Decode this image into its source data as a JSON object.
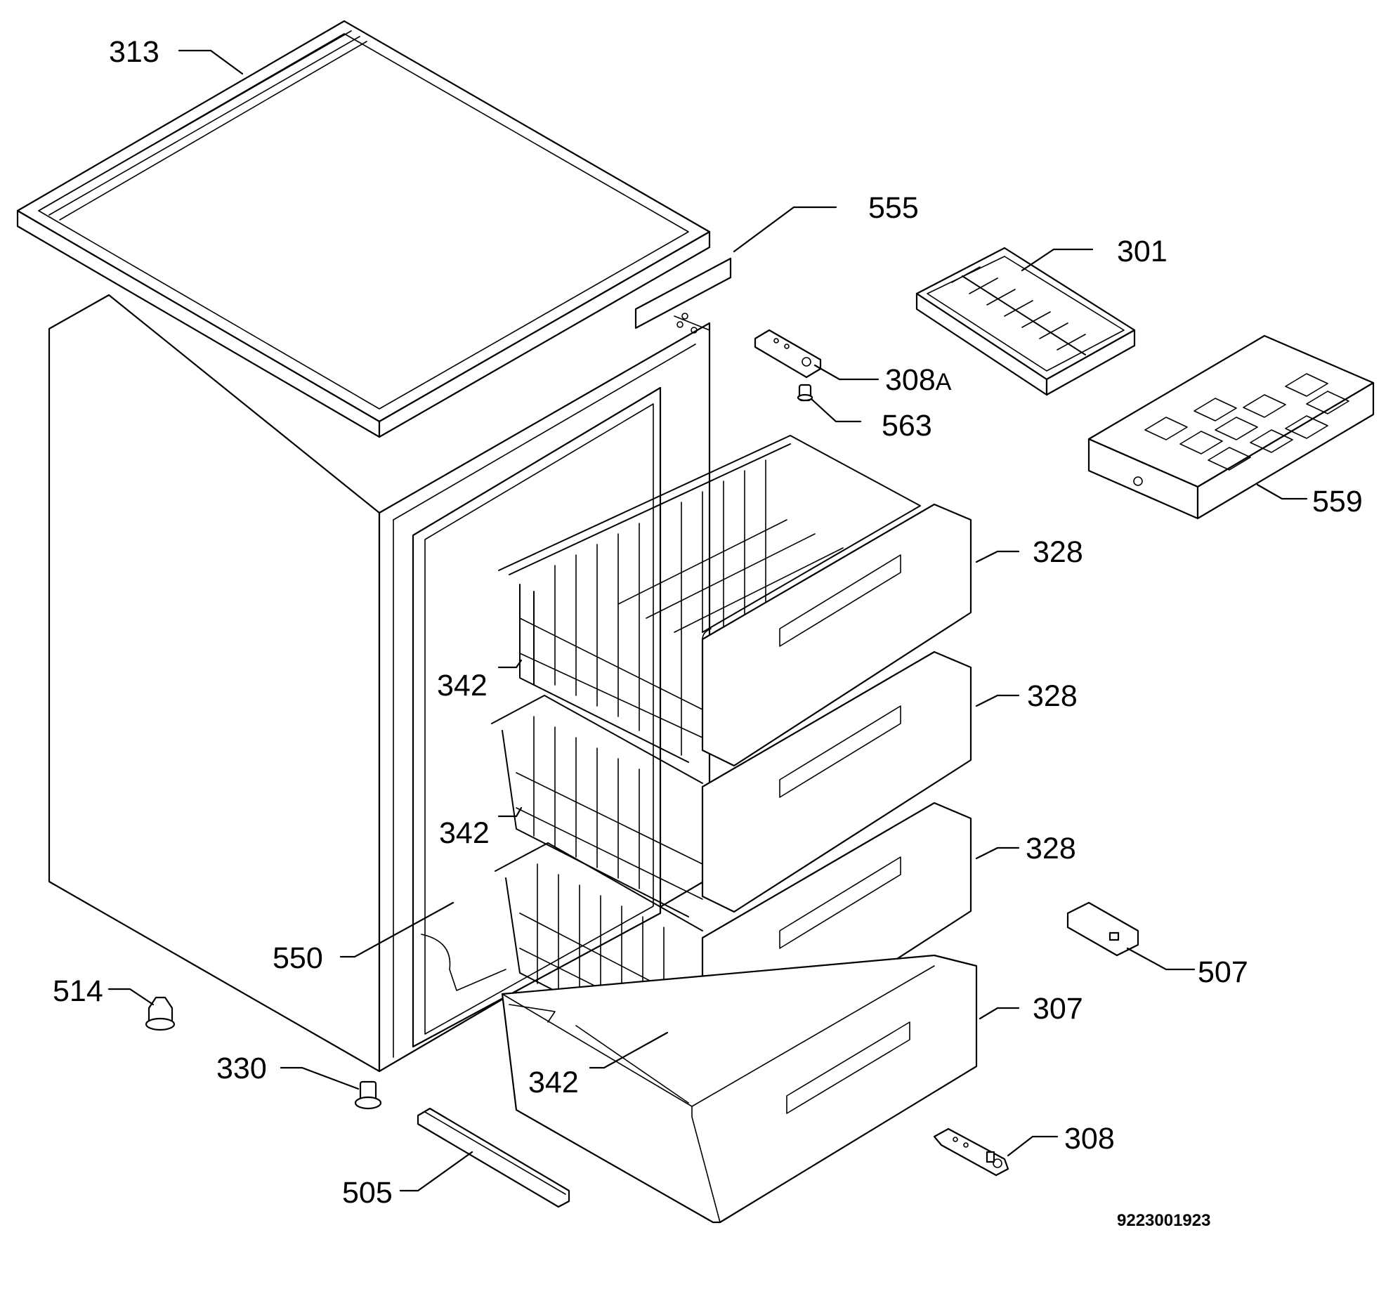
{
  "diagram": {
    "drawing_number": "9223001923",
    "callouts": [
      {
        "id": "c313",
        "label": "313"
      },
      {
        "id": "c555",
        "label": "555"
      },
      {
        "id": "c301",
        "label": "301"
      },
      {
        "id": "c308a",
        "label": "308",
        "suffix": "A"
      },
      {
        "id": "c563",
        "label": "563"
      },
      {
        "id": "c559",
        "label": "559"
      },
      {
        "id": "c328a",
        "label": "328"
      },
      {
        "id": "c328b",
        "label": "328"
      },
      {
        "id": "c328c",
        "label": "328"
      },
      {
        "id": "c342a",
        "label": "342"
      },
      {
        "id": "c342b",
        "label": "342"
      },
      {
        "id": "c342c",
        "label": "342"
      },
      {
        "id": "c550",
        "label": "550"
      },
      {
        "id": "c507",
        "label": "507"
      },
      {
        "id": "c307",
        "label": "307"
      },
      {
        "id": "c514",
        "label": "514"
      },
      {
        "id": "c330",
        "label": "330"
      },
      {
        "id": "c308",
        "label": "308"
      },
      {
        "id": "c505",
        "label": "505"
      }
    ]
  }
}
